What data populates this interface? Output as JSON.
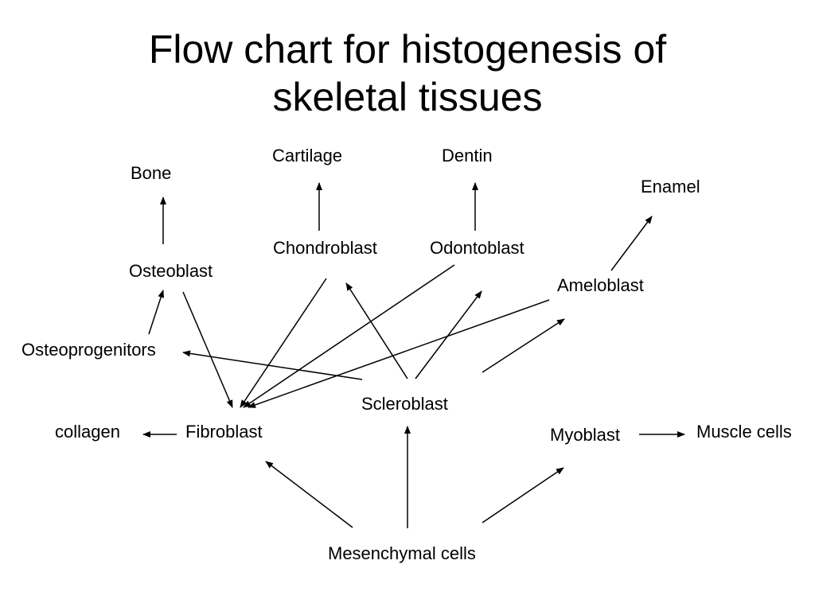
{
  "title": {
    "line1": "Flow chart for histogenesis of",
    "line2": "skeletal tissues"
  },
  "nodes": {
    "bone": "Bone",
    "cartilage": "Cartilage",
    "dentin": "Dentin",
    "enamel": "Enamel",
    "osteoblast": "Osteoblast",
    "chondroblast": "Chondroblast",
    "odontoblast": "Odontoblast",
    "ameloblast": "Ameloblast",
    "osteoprogenitors": "Osteoprogenitors",
    "scleroblast": "Scleroblast",
    "collagen": "collagen",
    "fibroblast": "Fibroblast",
    "myoblast": "Myoblast",
    "muscle_cells": "Muscle cells",
    "mesenchymal_cells": "Mesenchymal cells"
  },
  "edges": [
    {
      "from": "osteoblast",
      "to": "bone"
    },
    {
      "from": "chondroblast",
      "to": "cartilage"
    },
    {
      "from": "odontoblast",
      "to": "dentin"
    },
    {
      "from": "ameloblast",
      "to": "enamel"
    },
    {
      "from": "osteoprogenitors",
      "to": "osteoblast"
    },
    {
      "from": "osteoblast",
      "to": "fibroblast"
    },
    {
      "from": "chondroblast",
      "to": "fibroblast"
    },
    {
      "from": "odontoblast",
      "to": "fibroblast"
    },
    {
      "from": "ameloblast",
      "to": "fibroblast"
    },
    {
      "from": "scleroblast",
      "to": "osteoprogenitors"
    },
    {
      "from": "scleroblast",
      "to": "chondroblast"
    },
    {
      "from": "scleroblast",
      "to": "odontoblast"
    },
    {
      "from": "scleroblast",
      "to": "ameloblast"
    },
    {
      "from": "fibroblast",
      "to": "collagen"
    },
    {
      "from": "myoblast",
      "to": "muscle_cells"
    },
    {
      "from": "mesenchymal_cells",
      "to": "fibroblast"
    },
    {
      "from": "mesenchymal_cells",
      "to": "scleroblast"
    },
    {
      "from": "mesenchymal_cells",
      "to": "myoblast"
    }
  ]
}
